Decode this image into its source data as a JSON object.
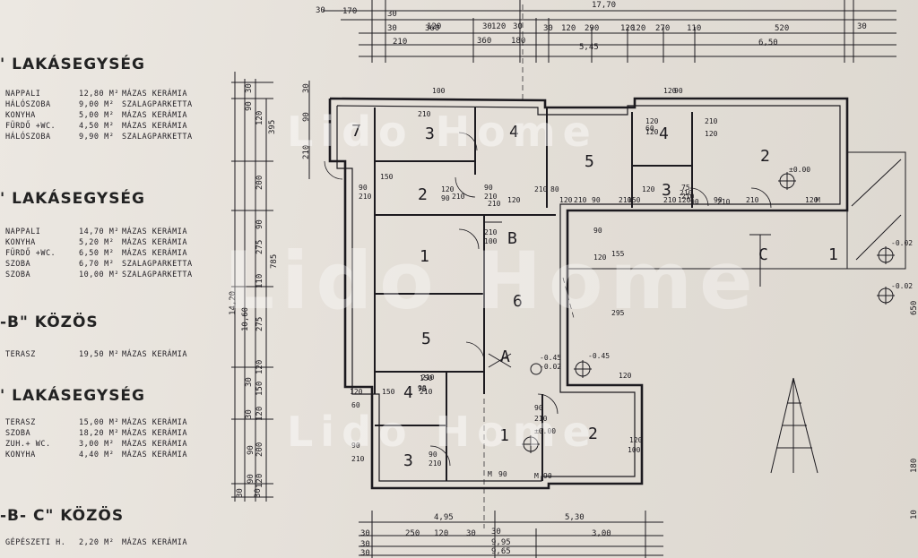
{
  "legend": {
    "sec1": {
      "title": "' LAKÁSEGYSÉG",
      "rows": [
        {
          "name": "NAPPALI",
          "area": "12,80 M²",
          "finish": "MÁZAS KERÁMIA"
        },
        {
          "name": "HÁLÓSZOBA",
          "area": "9,00 M²",
          "finish": "SZALAGPARKETTA"
        },
        {
          "name": "KONYHA",
          "area": "5,00 M²",
          "finish": "MÁZAS KERÁMIA"
        },
        {
          "name": "FÜRDŐ +WC.",
          "area": "4,50 M²",
          "finish": "MÁZAS KERÁMIA"
        },
        {
          "name": "HÁLÓSZOBA",
          "area": "9,90 M²",
          "finish": "SZALAGPARKETTA"
        }
      ]
    },
    "sec2": {
      "title": "' LAKÁSEGYSÉG",
      "rows": [
        {
          "name": "NAPPALI",
          "area": "14,70 M²",
          "finish": "MÁZAS KERÁMIA"
        },
        {
          "name": "KONYHA",
          "area": "5,20 M²",
          "finish": "MÁZAS KERÁMIA"
        },
        {
          "name": "FÜRDŐ +WC.",
          "area": "6,50 M²",
          "finish": "MÁZAS KERÁMIA"
        },
        {
          "name": "SZOBA",
          "area": "6,70 M²",
          "finish": "SZALAGPARKETTA"
        },
        {
          "name": "SZOBA",
          "area": "10,00 M²",
          "finish": "SZALAGPARKETTA"
        }
      ]
    },
    "sec3": {
      "title": "-B\" KÖZÖS",
      "rows": [
        {
          "name": "TERASZ",
          "area": "19,50 M²",
          "finish": "MÁZAS KERÁMIA"
        }
      ]
    },
    "sec4": {
      "title": "' LAKÁSEGYSÉG",
      "rows": [
        {
          "name": "TERASZ",
          "area": "15,00 M²",
          "finish": "MÁZAS KERÁMIA"
        },
        {
          "name": "SZOBA",
          "area": "18,20 M²",
          "finish": "MÁZAS KERÁMIA"
        },
        {
          "name": "ZUH.+ WC.",
          "area": "3,00 M²",
          "finish": "MÁZAS KERÁMIA"
        },
        {
          "name": "KONYHA",
          "area": "4,40 M²",
          "finish": "MÁZAS KERÁMIA"
        }
      ]
    },
    "sec5": {
      "title": "-B- C\" KÖZÖS",
      "rows": [
        {
          "name": "GÉPÉSZETI H.",
          "area": "2,20 M²",
          "finish": "MÁZAS KERÁMIA"
        }
      ]
    }
  },
  "plan": {
    "rooms": [
      "7",
      "3",
      "4",
      "5",
      "4",
      "2",
      "2",
      "3",
      "1",
      "B",
      "1",
      "6",
      "5",
      "A",
      "4",
      "1",
      "2",
      "3",
      "C"
    ],
    "top_dims": [
      "30",
      "170",
      "17,70",
      "30",
      "120",
      "30",
      "360",
      "30",
      "120",
      "30",
      "210",
      "360",
      "180",
      "5,45",
      "30",
      "120",
      "290",
      "120",
      "120",
      "270",
      "110",
      "6,50",
      "520",
      "30"
    ],
    "bottom_dims": [
      "4,95",
      "5,30",
      "30",
      "250",
      "120",
      "30",
      "9,95",
      "30",
      "3,00",
      "30",
      "9,65",
      "30"
    ],
    "left_dims": [
      "30",
      "90",
      "30",
      "395",
      "120",
      "200",
      "90",
      "210",
      "785",
      "275",
      "14,20",
      "10,60",
      "90",
      "110",
      "275",
      "120",
      "30",
      "150",
      "30",
      "120",
      "90",
      "200",
      "90",
      "120",
      "30",
      "30"
    ],
    "right_dims": [
      "650",
      "180",
      "10"
    ],
    "openings": [
      "120",
      "60",
      "150",
      "90",
      "210",
      "90",
      "210",
      "150",
      "90",
      "210",
      "75",
      "210",
      "M",
      "90",
      "90",
      "210",
      "M",
      "90",
      "150",
      "90",
      "210",
      "120",
      "90",
      "210",
      "100",
      "210",
      "100",
      "210",
      "90",
      "210",
      "120",
      "210",
      "80",
      "120",
      "210",
      "90",
      "210",
      "150",
      "120",
      "210",
      "120",
      "210",
      "90",
      "210",
      "75",
      "210",
      "120",
      "60",
      "120",
      "120",
      "90",
      "210",
      "120",
      "90",
      "210",
      "120",
      "M",
      "90",
      "120",
      "155",
      "295",
      "120",
      "120",
      "100",
      "210"
    ],
    "levels": [
      "±0.00",
      "-0.02",
      "-0.02",
      "-0.45",
      "-0.45",
      "±0.00",
      "-0.02"
    ]
  },
  "watermark": "Lido Home",
  "colors": {
    "paper": "#e8e4de",
    "ink": "#1c1a1f",
    "watermark": "#ffffff"
  }
}
